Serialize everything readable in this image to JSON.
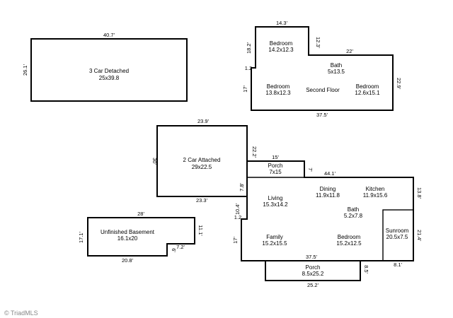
{
  "watermark": "© TriadMLS",
  "detached_garage": {
    "name": "3 Car Detached",
    "size": "25x39.8",
    "width_dim": "40.7'",
    "height_dim": "26.1'"
  },
  "second_floor": {
    "label": "Second Floor",
    "rooms": [
      {
        "name": "Bedroom",
        "size": "14.2x12.3"
      },
      {
        "name": "Bath",
        "size": "5x13.5"
      },
      {
        "name": "Bedroom",
        "size": "13.8x12.3"
      },
      {
        "name": "Bedroom",
        "size": "12.6x15.1"
      }
    ],
    "dims": {
      "top": "14.3'",
      "notch_right": "12.3'",
      "left_upper": "18.2'",
      "notch_top": "22'",
      "left_step": "1.2",
      "left_lower": "17'",
      "right": "22.9'",
      "bottom": "37.5'"
    }
  },
  "attached_garage": {
    "name": "2 Car Attached",
    "size": "29x22.5",
    "dims": {
      "top": "23.9'",
      "left": "30'",
      "right": "22.2'",
      "bottom": "23.3'",
      "right_lower": "7.8'"
    }
  },
  "main_floor": {
    "rooms": [
      {
        "name": "Porch",
        "size": "7x15"
      },
      {
        "name": "Dining",
        "size": "11.9x11.8"
      },
      {
        "name": "Kitchen",
        "size": "11.9x15.6"
      },
      {
        "name": "Living",
        "size": "15.3x14.2"
      },
      {
        "name": "Bath",
        "size": "5.2x7.8"
      },
      {
        "name": "Sunroom",
        "size": "20.5x7.5"
      },
      {
        "name": "Family",
        "size": "15.2x15.5"
      },
      {
        "name": "Bedroom",
        "size": "15.2x12.5"
      },
      {
        "name": "Porch",
        "size": "8.5x25.2"
      }
    ],
    "dims": {
      "porch_top": "15'",
      "porch_side": "7'",
      "top": "44.1'",
      "right_upper": "13.8'",
      "left_mid": "10.4'",
      "left_step": "1.2",
      "left_lower": "17'",
      "sunroom_side": "21.4'",
      "bottom": "37.5'",
      "sunroom_bottom": "8.1'",
      "bottom_porch_side": "8.5'",
      "bottom_porch_width": "25.2'"
    }
  },
  "basement": {
    "name": "Unfinished Basement",
    "size": "16.1x20",
    "dims": {
      "top": "28'",
      "left": "17.1'",
      "right": "11.1'",
      "notch_bottom": "7.2'",
      "notch_side": "6'",
      "bottom": "20.8'"
    }
  }
}
